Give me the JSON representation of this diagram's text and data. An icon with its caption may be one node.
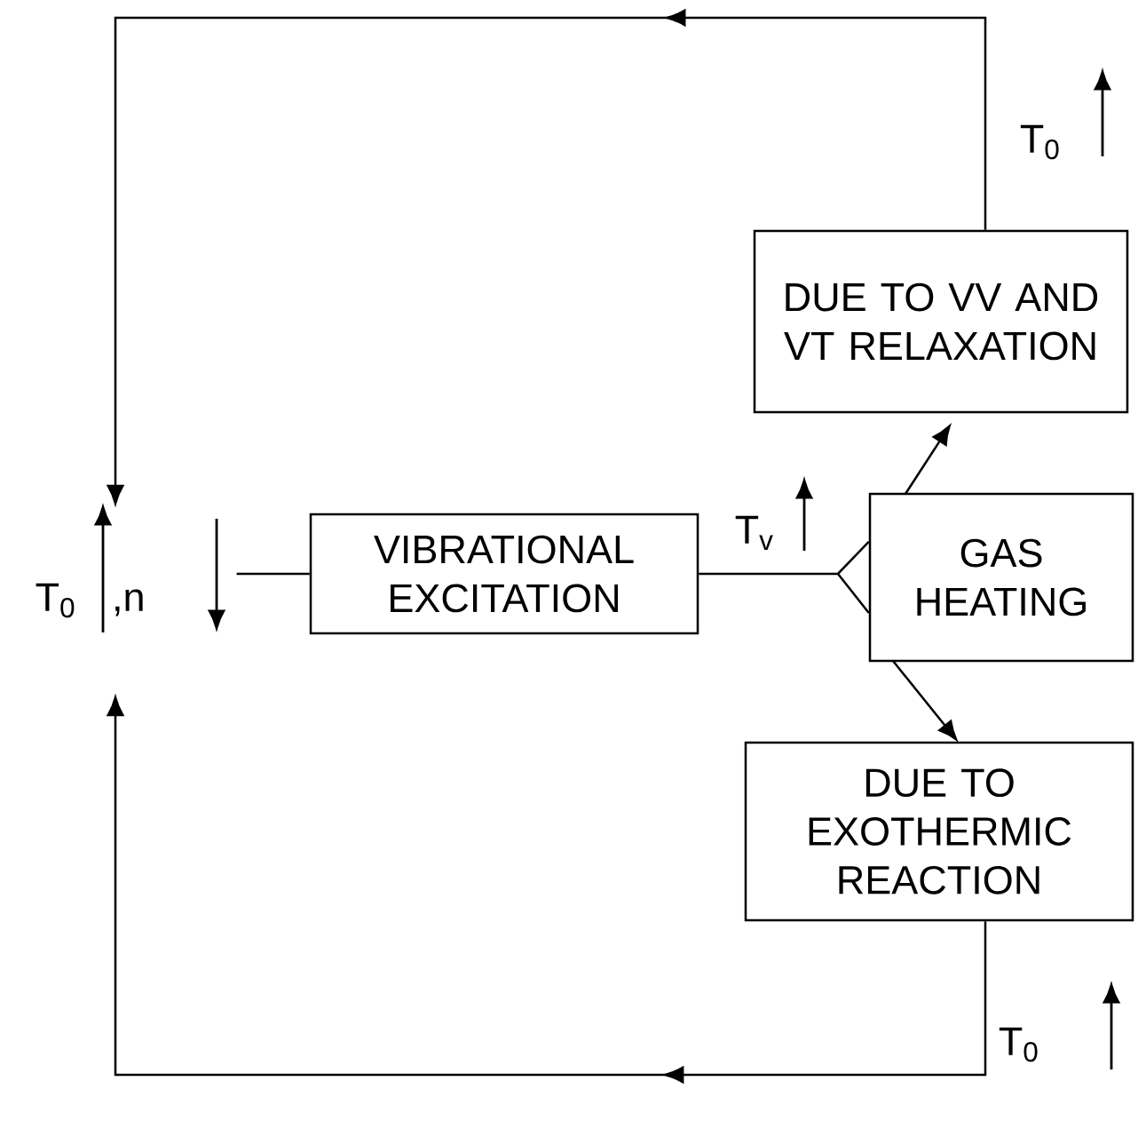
{
  "diagram": {
    "nodes": [
      {
        "text": [
          "T$_{0}$",
          ",n"
        ]
      },
      {
        "text": [
          "VIBRATIONAL EXCITATION"
        ]
      },
      {
        "text": [
          "GAS HEATING"
        ]
      },
      {
        "text": [
          "DUE TO VV AND VT RELAXATION"
        ]
      },
      {
        "text": [
          "DUE TO EXOTHERMIC REACTION"
        ]
      }
    ],
    "edges": [
      {
        "from": 1,
        "to": 0,
        "arrow": "none"
      },
      {
        "from": 1,
        "to": 2,
        "arrow": "none",
        "label": "T$_{v}$"
      },
      {
        "from": 2,
        "to": 3,
        "arrow": "to"
      },
      {
        "from": 2,
        "to": 4,
        "arrow": "to"
      },
      {
        "from": 3,
        "to": 0,
        "arrow": "to",
        "label": "T$_{0}$"
      },
      {
        "from": 4,
        "to": 0,
        "arrow": "to",
        "label": "T$_{0}$"
      }
    ]
  }
}
